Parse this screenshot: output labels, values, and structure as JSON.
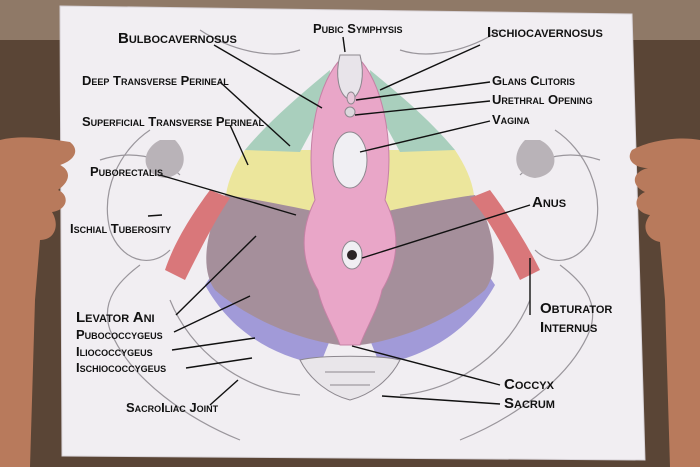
{
  "labels": {
    "pubic_symphysis": "Pubic Symphysis",
    "bulbocavernosus": "Bulbocavernosus",
    "ischiocavernosus": "Ischiocavernosus",
    "deep_transverse_perineal": "Deep Transverse Perineal",
    "glans_clitoris": "Glans Clitoris",
    "urethral_opening": "Urethral Opening",
    "vagina": "Vagina",
    "superficial_transverse_perineal": "Superficial Transverse Perineal",
    "puborectalis": "Puborectalis",
    "anus": "Anus",
    "ischial_tuberosity": "Ischial Tuberosity",
    "levator_ani": "Levator Ani",
    "pubococcygeus": "Pubococcygeus",
    "iliococcygeus": "Iliococcygeus",
    "ischiococcygeus": "Ischiococcygeus",
    "obturator_internus_1": "Obturator",
    "obturator_internus_2": "Internus",
    "coccyx": "Coccyx",
    "sacrum": "Sacrum",
    "sacroiliac_joint": "SacroIliac Joint"
  },
  "colors": {
    "background": "#5a4536",
    "paper": "#f1eef2",
    "bulbocavernosus": "#e9a6c8",
    "ischiocavernosus": "#a9cfbd",
    "transverse_perineal": "#ece69c",
    "levator_ani": "#a58f9b",
    "ischiococcygeus": "#a19ad8",
    "obturator": "#d9777a",
    "skin": "#b87a5c"
  }
}
